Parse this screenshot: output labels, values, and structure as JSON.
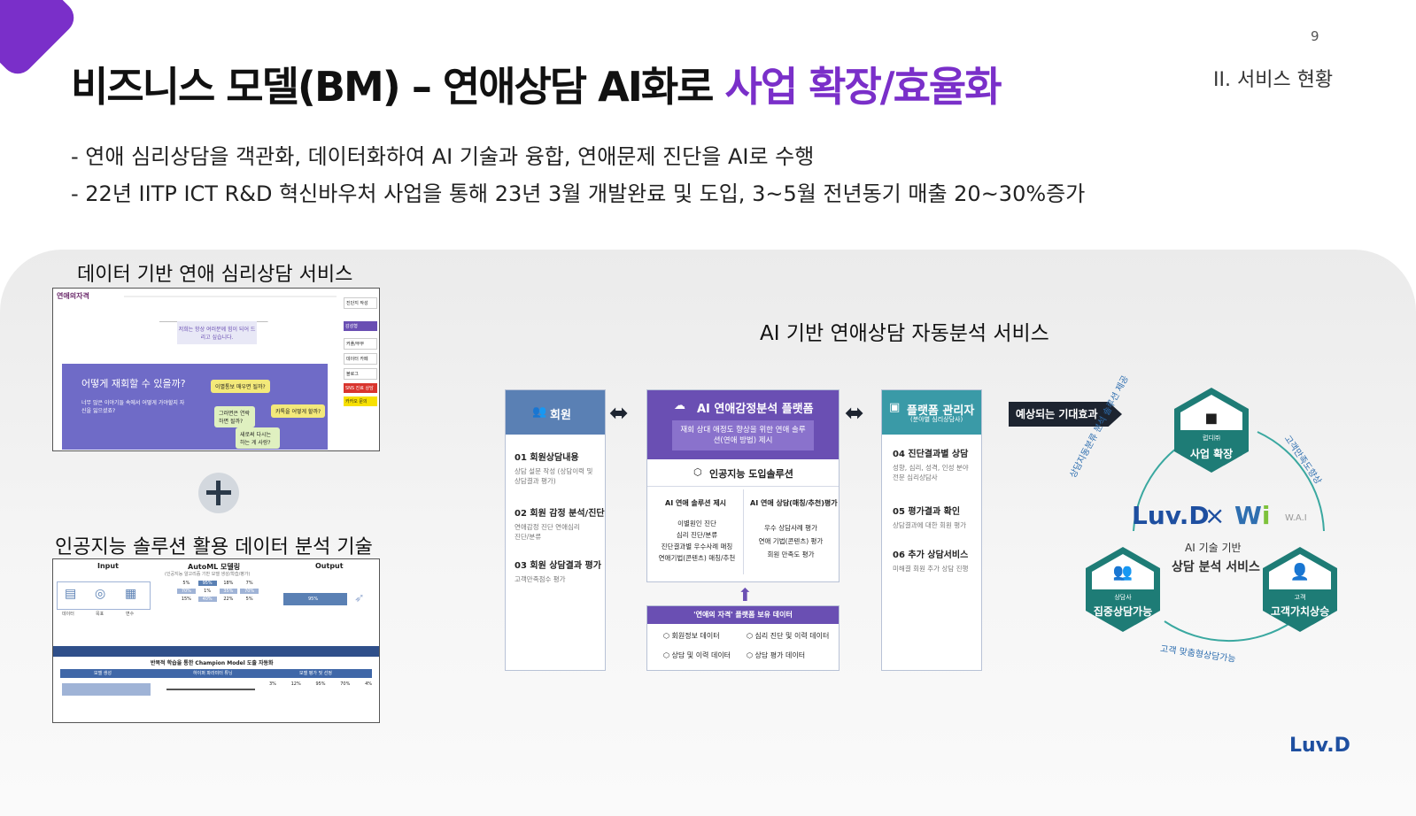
{
  "page_number": "9",
  "section": "II. 서비스 현황",
  "title": {
    "main": "비즈니스 모델(BM) – 연애상담 AI화로 ",
    "highlight": "사업 확장/효율화"
  },
  "bullets": [
    "- 연애 심리상담을 객관화, 데이터화하여 AI 기술과 융합, 연애문제 진단을 AI로 수행",
    "- 22년 IITP ICT R&D 혁신바우처 사업을 통해 23년 3월 개발완료 및 도입, 3~5월 전년동기 매출 20~30%증가"
  ],
  "left": {
    "label1": "데이터 기반 연애 심리상담 서비스",
    "shot1": {
      "logo": "연애의자격",
      "banner_text": "저희는 항상 여러분께 힘이 되어 드리고 싶습니다.",
      "panel_title": "어떻게 재회할 수 있을까?",
      "panel_sub": "너무 많은 이야기들 속에서 어떻게 가야할지 자신을 잃으셨죠?",
      "bubbles": [
        "이별통보 매우면 될까?",
        "그러면은 연락하면 될까?",
        "카톡을 어떻게 할까?",
        "새로써 다시는 하는 게 사랑?"
      ],
      "side_items": [
        "진단지 작성",
        "감성형",
        "커플/부부",
        "데이터 카페",
        "블로그",
        "SNS 진료 상담",
        "카카오 문의"
      ]
    },
    "label2": "인공지능 솔루션 활용 데이터 분석 기술",
    "shot2": {
      "input": "Input",
      "automl": "AutoML 모델링",
      "automl_sub": "(인공지능 알고리즘 기반 모델 생성/학습/평가)",
      "output": "Output",
      "input_icons": [
        "데이터",
        "목표",
        "변수"
      ],
      "grid": [
        "5%",
        "95%",
        "18%",
        "7%",
        "70%",
        "1%",
        "35%",
        "70%",
        "15%",
        "40%",
        "22%",
        "5%"
      ],
      "output_value": "95%",
      "bottom_title": "반복적 학습을 통한 Champion Model 도출 자동화",
      "steps": [
        "모델 생성",
        "하이퍼 파라미터 튜닝",
        "모델 평가 및 선정"
      ],
      "eval": [
        "3%",
        "12%",
        "95%",
        "70%",
        "4%"
      ]
    }
  },
  "right": {
    "title": "AI 기반 연애상담 자동분석 서비스",
    "member": {
      "header": "회원",
      "items": [
        {
          "t": "01 회원상담내용",
          "s": "상담 설문 작성 (상담이력 및 상담결과 평가)"
        },
        {
          "t": "02 회원 감정 분석/진단",
          "s": "연애감정 진단 연애심리 진단/분류"
        },
        {
          "t": "03 회원 상담결과 평가",
          "s": "고객만족점수 평가"
        }
      ]
    },
    "platform": {
      "header": "AI 연애감정분석 플랫폼",
      "sub": "재회 상대 애정도 향상을 위한 연애 솔루션(연애 방법) 제시",
      "solution": "인공지능 도입솔루션",
      "col1_title": "AI 연애 솔루션 제시",
      "col1": [
        "이별원인 진단",
        "심리 진단/분류",
        "진단결과별 우수사례 매칭",
        "연애기법(콘텐츠) 매칭/추천"
      ],
      "col2_title": "AI 연애 상담(매칭/추천)평가",
      "col2": [
        "우수 상담사례 평가",
        "연애 기법(콘텐츠) 평가",
        "회원 만족도 평가"
      ]
    },
    "data": {
      "header": "'연애의 자격' 플랫폼 보유 데이터",
      "items": [
        "회원정보 데이터",
        "심리 진단 및 이력 데이터",
        "상담 및 이력 데이터",
        "상담 평가 데이터"
      ]
    },
    "admin": {
      "header": "플랫폼 관리자",
      "header_sub": "(분야별 심리상담사)",
      "items": [
        {
          "t": "04 진단결과별 상담",
          "s": "성향, 심리, 성격, 인성 분야 전문 심리상담사"
        },
        {
          "t": "05 평가결과 확인",
          "s": "상담결과에 대한 회원 평가"
        },
        {
          "t": "06 추가 상담서비스",
          "s": "미해결 회원 추가 상담 진행"
        }
      ]
    },
    "effect": {
      "tag": "예상되는 기대효과",
      "top": {
        "small": "럽디㈜",
        "label": "사업 확장"
      },
      "left": {
        "small": "상담사",
        "label": "집중상담가능"
      },
      "right": {
        "small": "고객",
        "label": "고객가치상승"
      },
      "brand1": "Luv.D",
      "times": "×",
      "brand2": "W.A.I",
      "center1": "AI 기술 기반",
      "center2": "상담 분석 서비스",
      "arc_left": "상담지동분류 분석 솔루션 제공",
      "arc_right": "고객만족도향상",
      "arc_bottom": "고객 맞춤형상담가능"
    }
  },
  "footer_logo": "Luv.D",
  "colors": {
    "accent": "#7a2fc9",
    "member": "#5a80b4",
    "platform": "#6a4fb3",
    "admin": "#3a9aa7",
    "hex": "#1e7c76"
  }
}
